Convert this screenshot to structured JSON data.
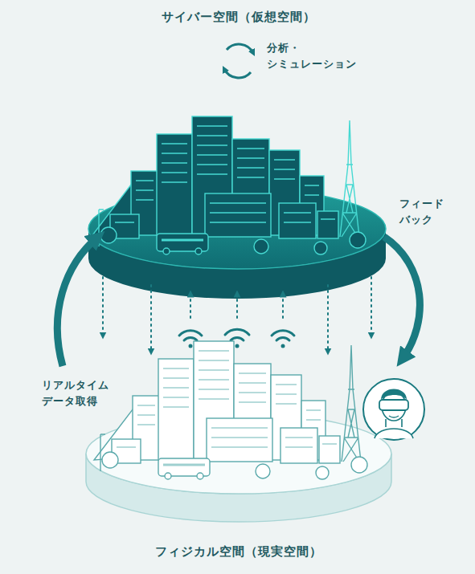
{
  "diagram": {
    "nodes": [
      {
        "text": [
          "サイバー空間（仮想空間）"
        ]
      },
      {
        "text": [
          "フィジカル空間（現実空間）"
        ]
      }
    ],
    "edges": [
      {
        "from": 0,
        "to": 1,
        "arrow": "to",
        "label": "フィード バック"
      },
      {
        "from": 1,
        "to": 0,
        "arrow": "to",
        "label": "リアルタイム データ取得"
      }
    ],
    "labels": [
      "分析・ シミュレーション"
    ]
  }
}
